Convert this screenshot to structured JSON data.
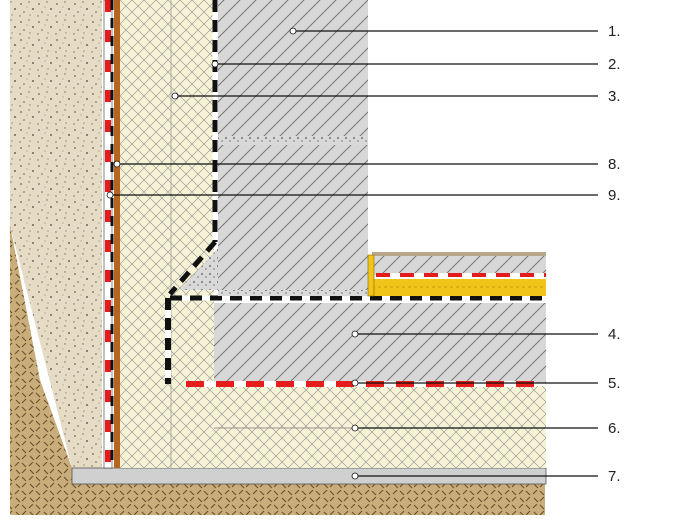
{
  "colors": {
    "background": "#ffffff",
    "earth": "#c9ad7b",
    "earth_hatch": "#6e5530",
    "gravel_fill": "#e6dcc6",
    "gravel_dot": "#6e6659",
    "concrete_fill": "#d7d7d7",
    "concrete_hatch": "#6d6d6d",
    "insulation_fill": "#f6f2d6",
    "insulation_hatch": "#8d8d8d",
    "mineral_wool": "#f0c419",
    "protection_board": "#b5651d",
    "membrane_black": "#111111",
    "membrane_red": "#e41c1c",
    "base_slab": "#d0d0d0",
    "callout_line": "#111111",
    "callout_dot": "#ffffff"
  },
  "callouts": [
    {
      "id": "callout-1",
      "label": "1."
    },
    {
      "id": "callout-2",
      "label": "2."
    },
    {
      "id": "callout-3",
      "label": "3."
    },
    {
      "id": "callout-8",
      "label": "8."
    },
    {
      "id": "callout-9",
      "label": "9."
    },
    {
      "id": "callout-4",
      "label": "4."
    },
    {
      "id": "callout-5",
      "label": "5."
    },
    {
      "id": "callout-6",
      "label": "6."
    },
    {
      "id": "callout-7",
      "label": "7."
    }
  ]
}
